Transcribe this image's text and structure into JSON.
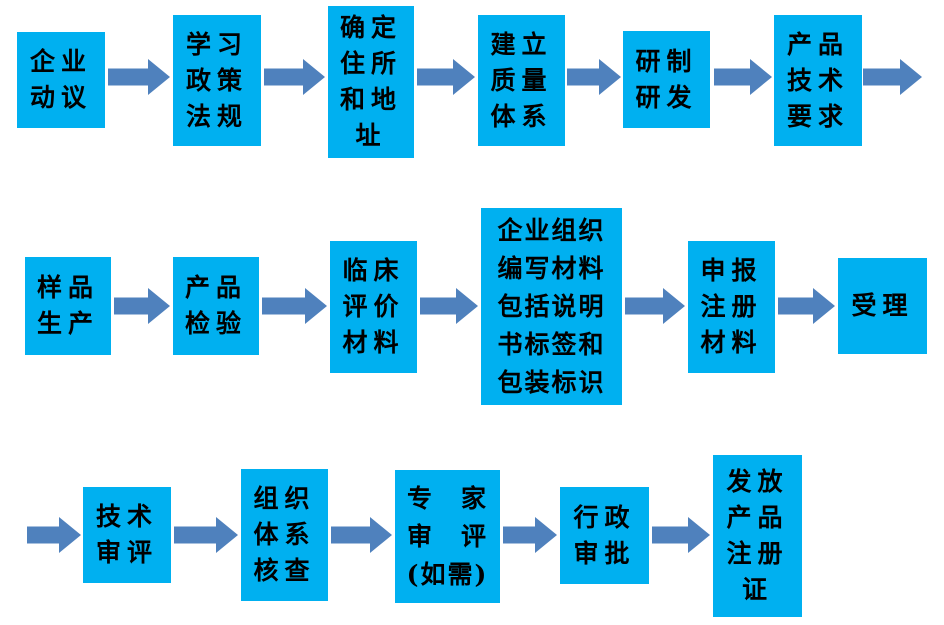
{
  "diagram": {
    "type": "flowchart",
    "box_fill_color": "#00B0F0",
    "arrow_color": "#4F81BD",
    "text_color": "#000000",
    "rows": [
      {
        "nodes": [
          {
            "id": "enterprise-proposal",
            "label": "企业\n动议"
          },
          {
            "id": "study-policies",
            "label": "学习\n政策\n法规"
          },
          {
            "id": "determine-address",
            "label": "确定\n住所\n和地\n址"
          },
          {
            "id": "quality-system",
            "label": "建立\n质量\n体系"
          },
          {
            "id": "research-development",
            "label": "研制\n研发"
          },
          {
            "id": "product-tech-requirements",
            "label": "产品\n技术\n要求"
          }
        ]
      },
      {
        "nodes": [
          {
            "id": "sample-production",
            "label": "样品\n生产"
          },
          {
            "id": "product-inspection",
            "label": "产品\n检验"
          },
          {
            "id": "clinical-evaluation",
            "label": "临床\n评价\n材料"
          },
          {
            "id": "prepare-materials",
            "label": "企业组织\n编写材料\n包括说明\n书标签和\n包装标识"
          },
          {
            "id": "submit-registration",
            "label": "申报\n注册\n材料"
          },
          {
            "id": "acceptance",
            "label": "受理"
          }
        ]
      },
      {
        "nodes": [
          {
            "id": "technical-review",
            "label": "技术\n审评"
          },
          {
            "id": "system-inspection",
            "label": "组织\n体系\n核查"
          },
          {
            "id": "expert-review",
            "label": "专　家\n审　评\n(如需)"
          },
          {
            "id": "administrative-approval",
            "label": "行政\n审批"
          },
          {
            "id": "issue-certificate",
            "label": "发放\n产品\n注册\n证"
          }
        ]
      }
    ]
  }
}
